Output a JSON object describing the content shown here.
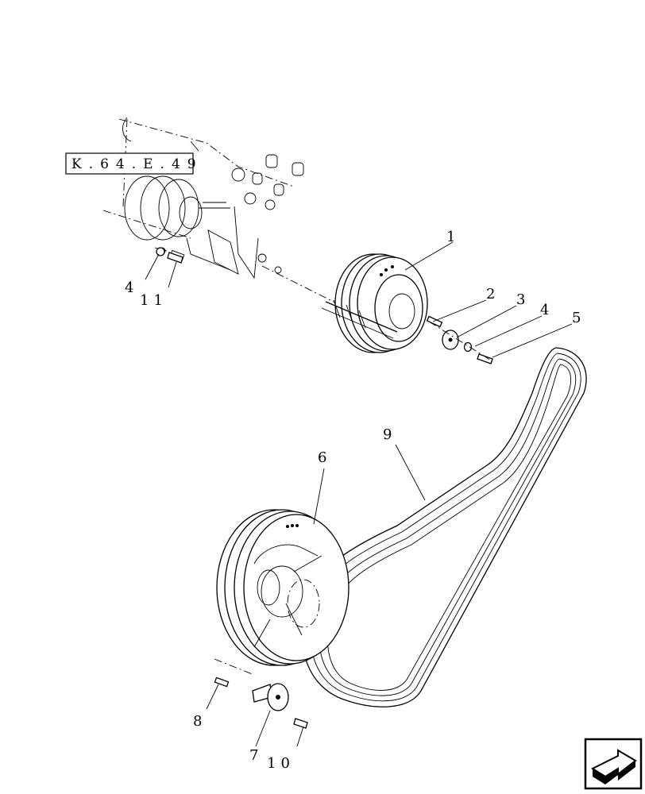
{
  "reference_box": {
    "label": "K.64.E.49"
  },
  "callouts": [
    {
      "id": "1",
      "text": "1"
    },
    {
      "id": "2",
      "text": "2"
    },
    {
      "id": "3",
      "text": "3"
    },
    {
      "id": "4a",
      "text": "4"
    },
    {
      "id": "5",
      "text": "5"
    },
    {
      "id": "4b",
      "text": "4"
    },
    {
      "id": "11",
      "text": "11"
    },
    {
      "id": "6",
      "text": "6"
    },
    {
      "id": "9",
      "text": "9"
    },
    {
      "id": "8",
      "text": "8"
    },
    {
      "id": "7",
      "text": "7"
    },
    {
      "id": "10",
      "text": "10"
    }
  ],
  "nav_icon": "next-page-arrow-icon"
}
